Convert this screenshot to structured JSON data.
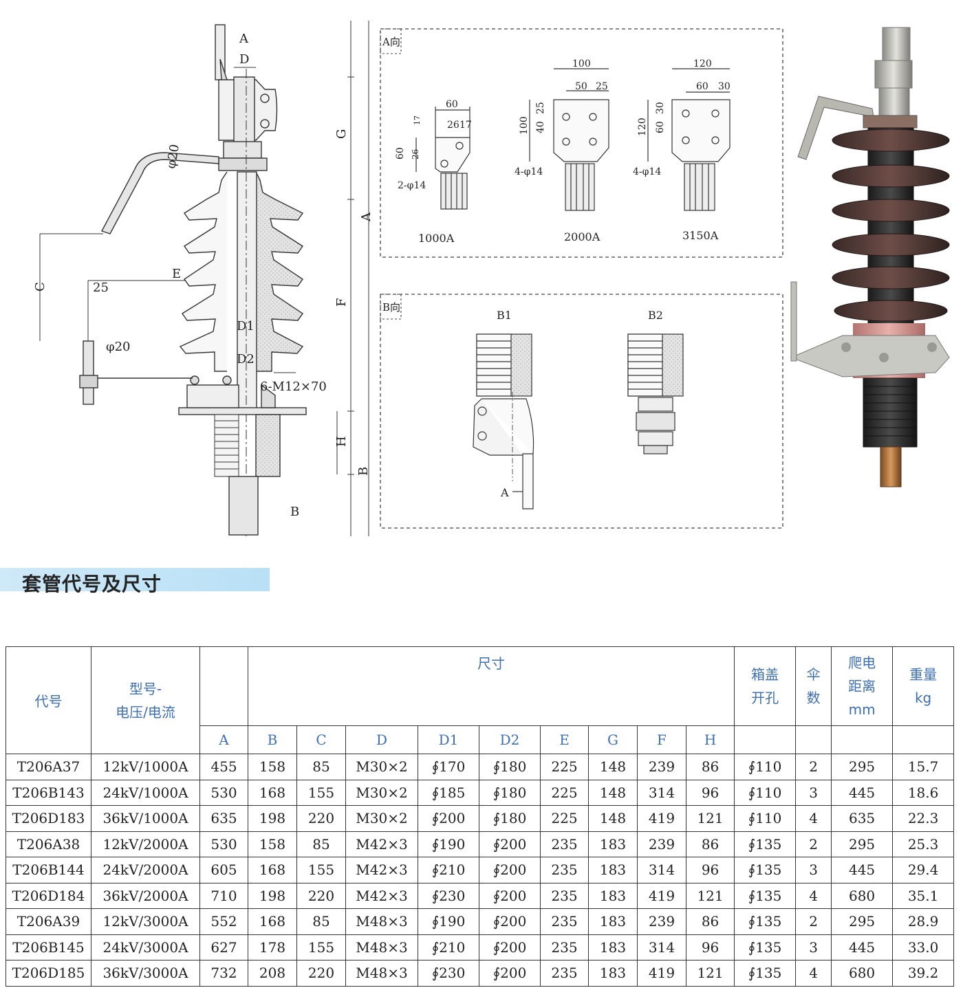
{
  "drawing": {
    "main_labels": {
      "A_top": "A",
      "D": "D",
      "G": "G",
      "A_dim": "A",
      "phi20_top": "φ20",
      "C": "C",
      "dim25": "25",
      "E": "E",
      "F": "F",
      "D1": "D1",
      "D2": "D2",
      "phi20_bottom": "φ20",
      "bolts": "6-M12×70",
      "H": "H",
      "B_dim": "B",
      "B_bottom": "B"
    },
    "view_a": {
      "title": "A向",
      "t1000": {
        "label": "1000A",
        "w60": "60",
        "w26": "26",
        "w17": "17",
        "h17": "17",
        "h60": "60",
        "h26": "26",
        "holes": "2-φ14"
      },
      "t2000": {
        "label": "2000A",
        "w100": "100",
        "w50": "50",
        "w25": "25",
        "h100": "100",
        "h40": "40",
        "h25": "25",
        "holes": "4-φ14"
      },
      "t3150": {
        "label": "3150A",
        "w120": "120",
        "w60": "60",
        "w30": "30",
        "h120": "120",
        "h60": "60",
        "h30": "30",
        "holes": "4-φ14"
      }
    },
    "view_b": {
      "title": "B向",
      "b1": "B1",
      "b2": "B2",
      "a": "A"
    }
  },
  "section": {
    "title": "套管代号及尺寸"
  },
  "table": {
    "headers": {
      "code": "代号",
      "model": "型号-\n电压/电流",
      "dims": "尺寸",
      "cover": "箱盖\n开孔",
      "sheds": "伞\n数",
      "creep": "爬电\n距离\nmm",
      "weight": "重量\nkg"
    },
    "sub_headers": [
      "A",
      "B",
      "C",
      "D",
      "D1",
      "D2",
      "E",
      "G",
      "F",
      "H"
    ],
    "rows": [
      [
        "T206A37",
        "12kV/1000A",
        "455",
        "158",
        "85",
        "M30×2",
        "∮170",
        "∮180",
        "225",
        "148",
        "239",
        "86",
        "∮110",
        "2",
        "295",
        "15.7"
      ],
      [
        "T206B143",
        "24kV/1000A",
        "530",
        "168",
        "155",
        "M30×2",
        "∮185",
        "∮180",
        "225",
        "148",
        "314",
        "96",
        "∮110",
        "3",
        "445",
        "18.6"
      ],
      [
        "T206D183",
        "36kV/1000A",
        "635",
        "198",
        "220",
        "M30×2",
        "∮200",
        "∮180",
        "225",
        "148",
        "419",
        "121",
        "∮110",
        "4",
        "635",
        "22.3"
      ],
      [
        "T206A38",
        "12kV/2000A",
        "530",
        "158",
        "85",
        "M42×3",
        "∮190",
        "∮200",
        "235",
        "183",
        "239",
        "86",
        "∮135",
        "2",
        "295",
        "25.3"
      ],
      [
        "T206B144",
        "24kV/2000A",
        "605",
        "168",
        "155",
        "M42×3",
        "∮210",
        "∮200",
        "235",
        "183",
        "314",
        "96",
        "∮135",
        "3",
        "445",
        "29.4"
      ],
      [
        "T206D184",
        "36kV/2000A",
        "710",
        "198",
        "220",
        "M42×3",
        "∮230",
        "∮200",
        "235",
        "183",
        "419",
        "121",
        "∮135",
        "4",
        "680",
        "35.1"
      ],
      [
        "T206A39",
        "12kV/3000A",
        "552",
        "168",
        "85",
        "M48×3",
        "∮190",
        "∮200",
        "235",
        "183",
        "239",
        "86",
        "∮135",
        "2",
        "295",
        "28.9"
      ],
      [
        "T206B145",
        "24kV/3000A",
        "627",
        "178",
        "155",
        "M48×3",
        "∮210",
        "∮200",
        "235",
        "183",
        "314",
        "96",
        "∮135",
        "3",
        "445",
        "33.0"
      ],
      [
        "T206D185",
        "36kV/3000A",
        "732",
        "208",
        "220",
        "M48×3",
        "∮230",
        "∮200",
        "235",
        "183",
        "419",
        "121",
        "∮135",
        "4",
        "680",
        "39.2"
      ]
    ]
  }
}
